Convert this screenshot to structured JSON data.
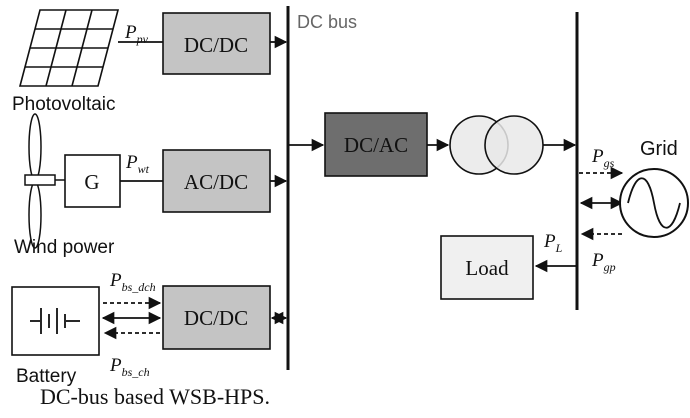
{
  "diagram": {
    "dc_bus_label": "DC bus",
    "blocks": {
      "pv_converter": "DC/DC",
      "wind_converter": "AC/DC",
      "battery_converter": "DC/DC",
      "inverter": "DC/AC",
      "generator": "G",
      "load": "Load"
    },
    "sources": {
      "photovoltaic": "Photovoltaic",
      "wind_power": "Wind power",
      "battery": "Battery",
      "grid": "Grid"
    },
    "powers": {
      "pv": {
        "base": "P",
        "sub": "pv"
      },
      "wt": {
        "base": "P",
        "sub": "wt"
      },
      "bs_dch": {
        "base": "P",
        "sub": "bs_dch"
      },
      "bs_ch": {
        "base": "P",
        "sub": "bs_ch"
      },
      "gs": {
        "base": "P",
        "sub": "gs"
      },
      "gp": {
        "base": "P",
        "sub": "gp"
      },
      "load": {
        "base": "P",
        "sub": "L"
      }
    },
    "colors": {
      "converter_fill": "#c4c4c4",
      "inverter_fill": "#6e6e6e",
      "transformer_fill": "#e9e9e9",
      "load_fill": "#f0f0f0",
      "line": "#111111"
    }
  },
  "caption": "DC-bus based WSB-HPS."
}
